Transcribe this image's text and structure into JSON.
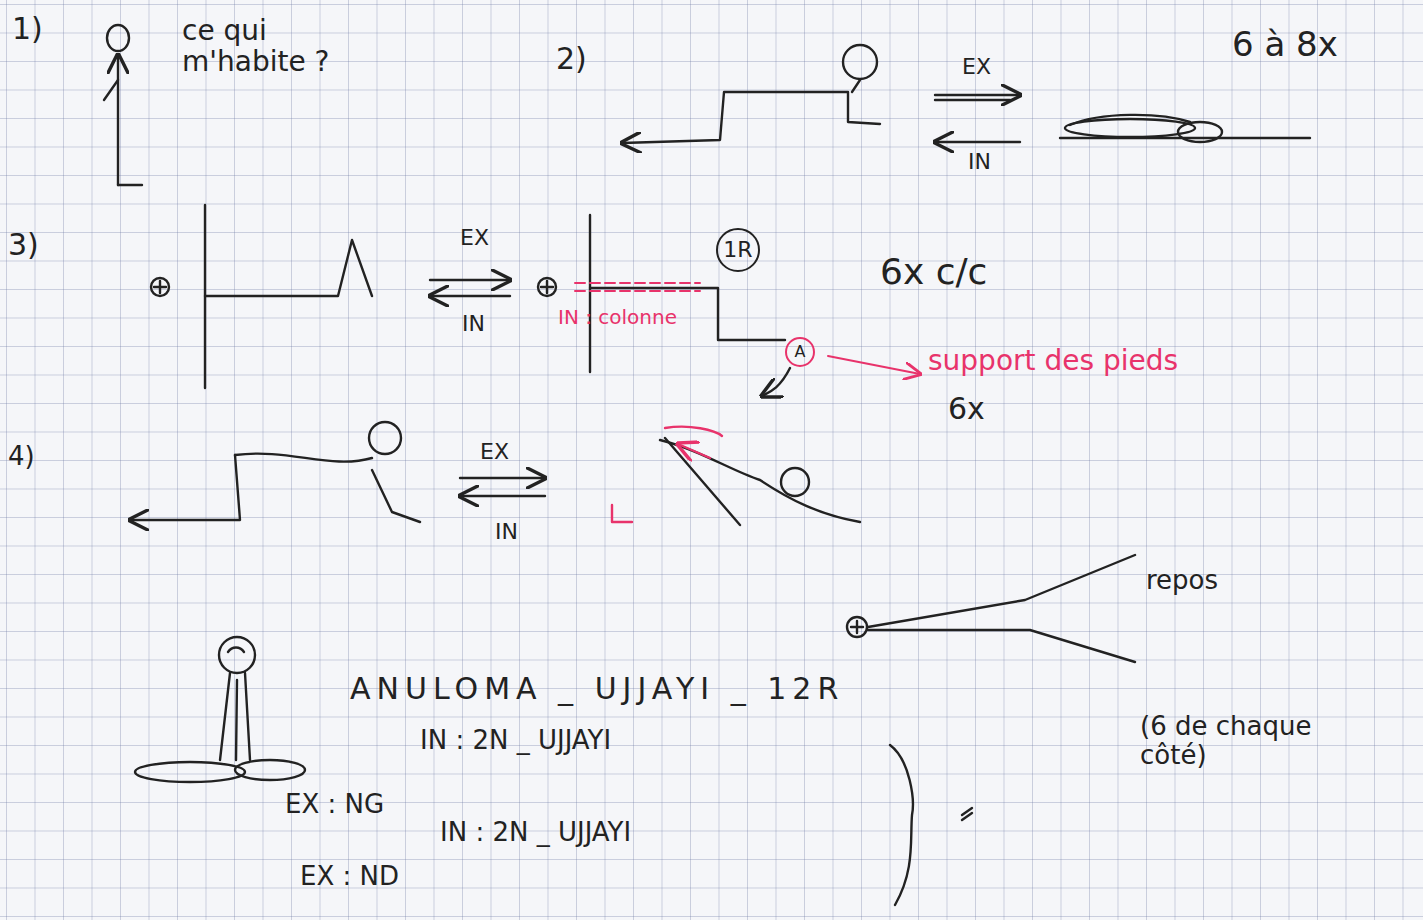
{
  "diagram": {
    "nodes": [
      {
        "text": [
          "1R"
        ]
      },
      {
        "text": [
          "A"
        ]
      }
    ],
    "labels": [
      "1)",
      "ce qui m'habite ?",
      "2)",
      "EX",
      "IN",
      "6 à 8x",
      "3)",
      "EX",
      "IN",
      "IN : colonne",
      "6x c/c",
      "support des pieds",
      "6x",
      "4)",
      "EX",
      "IN",
      "repos",
      "ANULOMA _ UJJAYI _ 12R",
      "(6 de chaque côté)",
      "IN : 2N _ UJJAYI",
      "EX : NG",
      "IN : 2N _ UJJAYI",
      "EX : ND"
    ]
  }
}
